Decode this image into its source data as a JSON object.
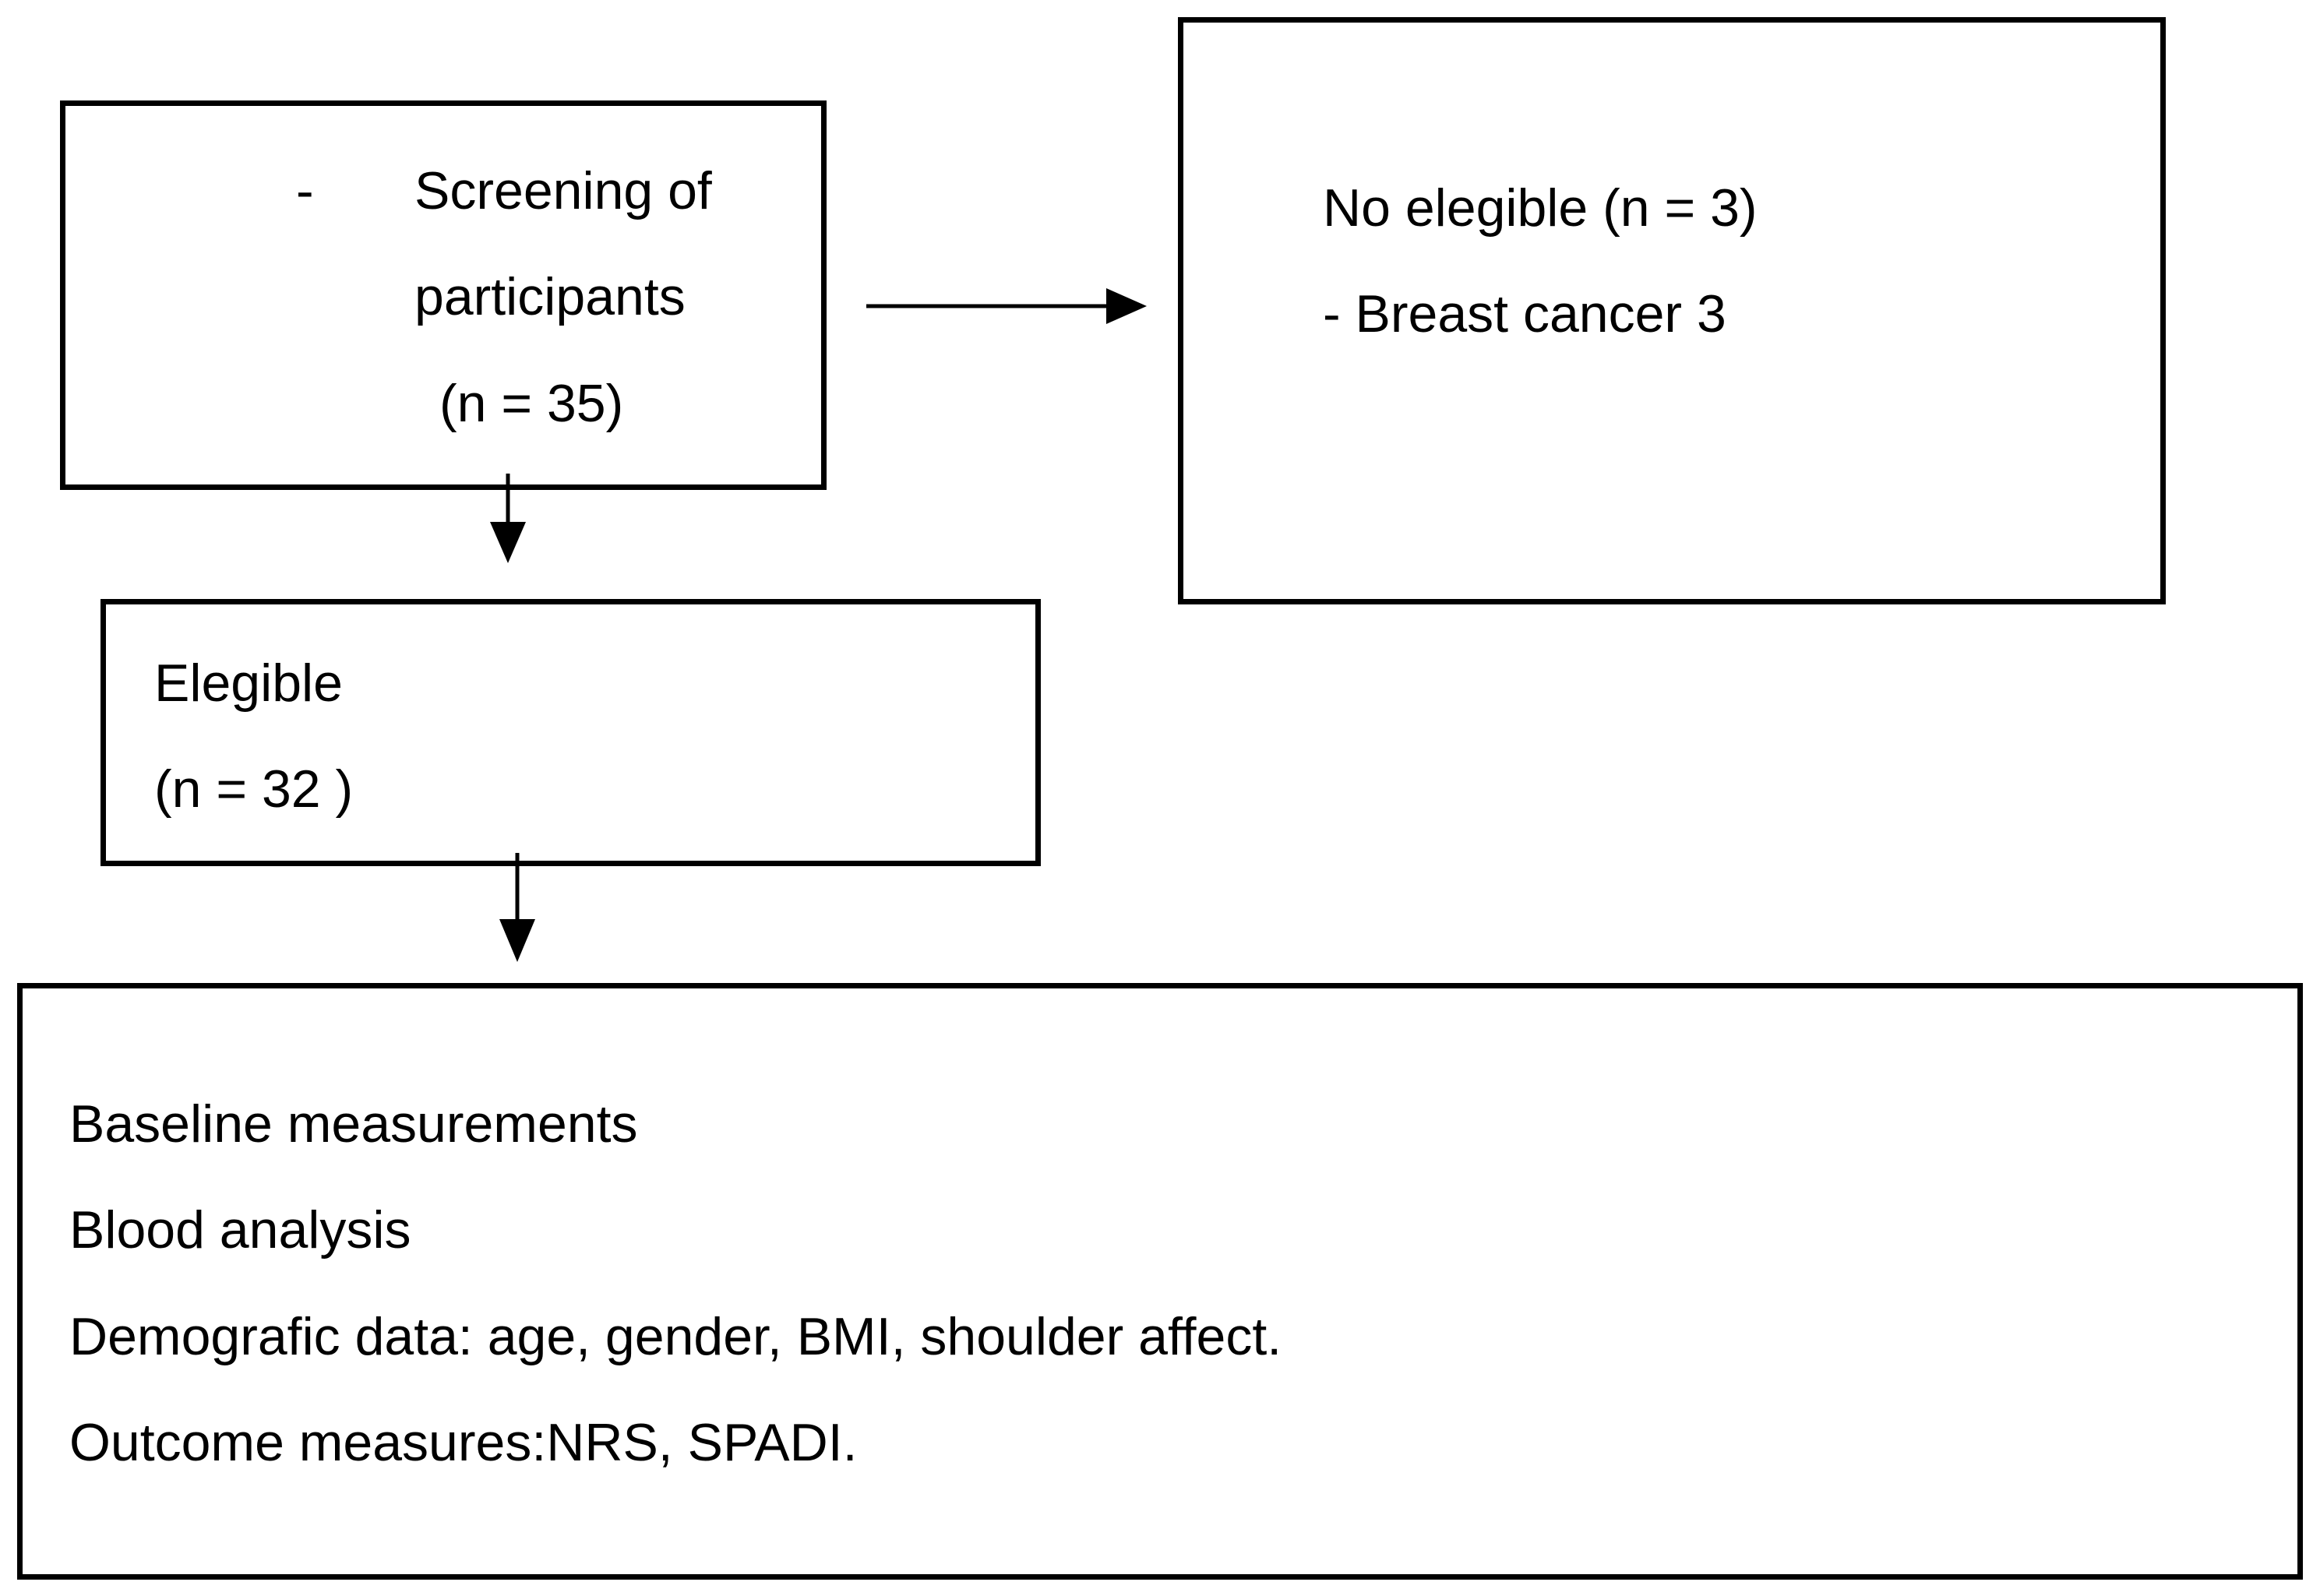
{
  "screening": {
    "bullet": "-",
    "line1": "Screening of",
    "line2": "participants",
    "count": "(n = 35)"
  },
  "excluded": {
    "title": "No elegible (n = 3)",
    "reason": "- Breast cancer 3"
  },
  "eligible": {
    "title": "Elegible",
    "count": "(n = 32 )"
  },
  "baseline": {
    "items": [
      "Baseline measurements",
      "Blood analysis",
      "Demografic data: age, gender, BMI, shoulder affect.",
      "Outcome measures:NRS, SPADI."
    ]
  }
}
